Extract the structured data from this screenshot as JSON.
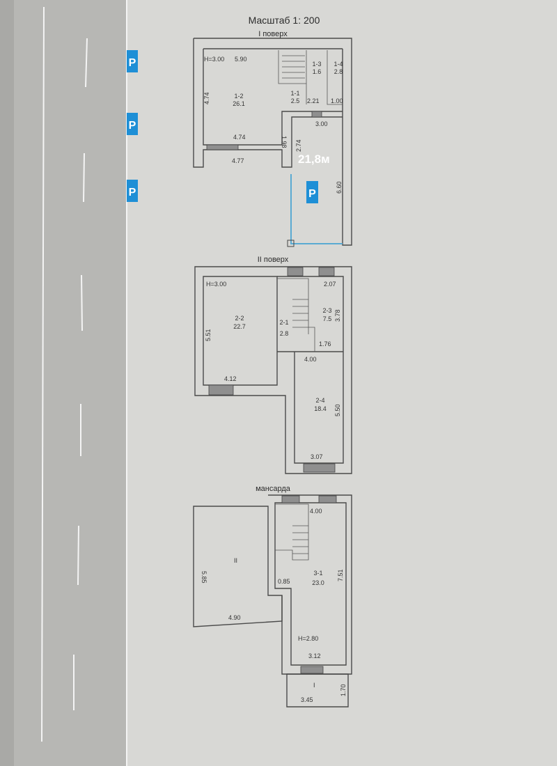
{
  "scale_title": "Масштаб 1: 200",
  "parking_badge": "P",
  "colors": {
    "parking": "#1e8fd6",
    "garage_outline": "#5aaad2",
    "road": "#b7b7b4"
  },
  "floor1": {
    "title": "I поверх",
    "height": "H=3.00",
    "dims": [
      "5.90",
      "4.74",
      "4.74",
      "4.77",
      "1.98",
      "2.74",
      "3.00",
      "6.60",
      "2.21",
      "1.00"
    ],
    "rooms": [
      {
        "id": "1-2",
        "area": "26.1"
      },
      {
        "id": "1-1",
        "area": "2.5"
      },
      {
        "id": "1-3",
        "area": "1.6"
      },
      {
        "id": "1-4",
        "area": "2.8"
      }
    ],
    "garage_area": "21,8м"
  },
  "floor2": {
    "title": "II поверх",
    "height": "H=3.00",
    "dims": [
      "5.51",
      "4.12",
      "2.07",
      "3.78",
      "1.76",
      "4.00",
      "5.50",
      "3.07"
    ],
    "rooms": [
      {
        "id": "2-2",
        "area": "22.7"
      },
      {
        "id": "2-1",
        "area": "2.8"
      },
      {
        "id": "2-3",
        "area": "7.5"
      },
      {
        "id": "2-4",
        "area": "18.4"
      }
    ]
  },
  "floor3": {
    "title": "мансарда",
    "height": "H=2.80",
    "dims": [
      "4.00",
      "5.85",
      "4.90",
      "0.85",
      "7.51",
      "3.12",
      "3.45",
      "1.70"
    ],
    "rooms": [
      {
        "id": "3-1",
        "area": "23.0"
      }
    ],
    "attic_label": "II",
    "balcony_label": "I"
  }
}
